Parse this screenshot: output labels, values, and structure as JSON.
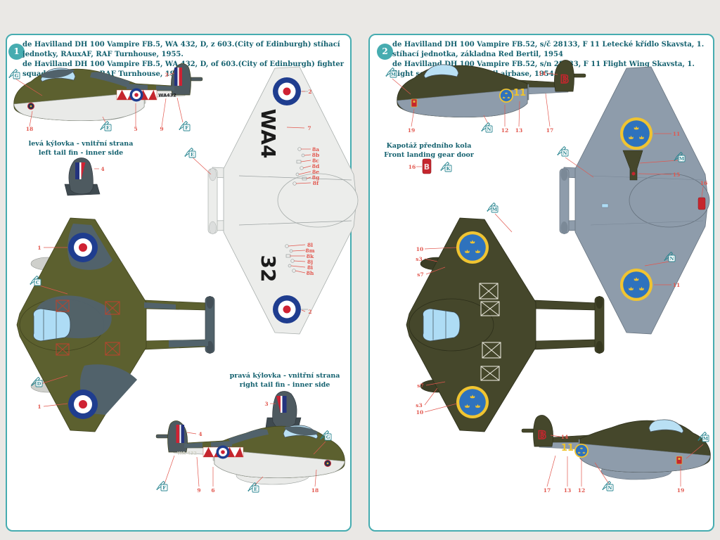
{
  "panel1": {
    "badge": "1",
    "title_cz": "de Havilland DH 100 Vampire FB.5, WA 432, D, z 603.(City of Edinburgh) stíhací jednotky, RAuxAF, RAF Turnhouse, 1955.",
    "title_en": "de Havilland DH 100 Vampire FB.5, WA 432, D, of 603.(City of Edinburgh) fighter squadron, RAuxAF, RAF Turnhouse, 1955.",
    "left_fin_cz": "levá kýlovka - vnitřní strana",
    "left_fin_en": "left tail fin - inner side",
    "right_fin_cz": "pravá kýlovka - vnitřní strana",
    "right_fin_en": "right tail fin - inner side",
    "serial": "WA432",
    "serial_spaced": "WA 432",
    "wing_serial_a": "WA4",
    "wing_serial_b": "32",
    "callouts": {
      "1": "1",
      "2": "2",
      "3": "3",
      "4": "4",
      "5": "5",
      "6": "6",
      "7": "7",
      "9": "9",
      "18": "18",
      "8a": "8a",
      "8b": "8b",
      "8c": "8c",
      "8d": "8d",
      "8e": "8e",
      "8f": "8f",
      "8g": "8g",
      "8h": "8h",
      "8i": "8i",
      "8j": "8j",
      "8k": "8k",
      "8l": "8l",
      "8m": "8m"
    },
    "paints": {
      "C": "C",
      "D": "D",
      "E": "E",
      "F": "F",
      "G": "G"
    }
  },
  "panel2": {
    "badge": "2",
    "title_cz": "de Havilland DH 100 Vampire FB.52, s/č 28133, F 11 Letecké křídlo Skavsta, 1. stíhací jednotka, základna Red Bertil, 1954",
    "title_en": "de Havilland DH 100 Vampire FB.52, s/n 28133, F 11 Flight Wing Skavsta, 1. flight squadron, Red Bertil airbase, 1954",
    "door_cz": "Kapotáž předního kola",
    "door_en": "Front landing gear door",
    "tail_letter": "B",
    "door_letter": "B",
    "code_number": "11",
    "callouts": {
      "10": "10",
      "11": "11",
      "12": "12",
      "13": "13",
      "14": "14",
      "15": "15",
      "16": "16",
      "17": "17",
      "19": "19",
      "s3": "s3",
      "s7": "s7"
    },
    "paints": {
      "K": "K",
      "M": "M",
      "N": "N"
    }
  }
}
